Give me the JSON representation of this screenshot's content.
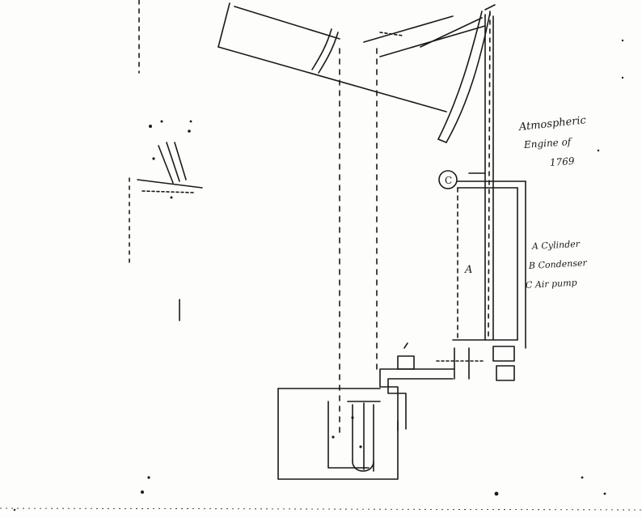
{
  "title": {
    "line1": "Atmospheric",
    "line2": "Engine of",
    "line3": "1769"
  },
  "key": [
    "A Cylinder",
    "B Condenser",
    "C Air pump"
  ],
  "labels": {
    "cylinder": "A",
    "air_pump": "C"
  },
  "ink_color": "#1a1a1a"
}
